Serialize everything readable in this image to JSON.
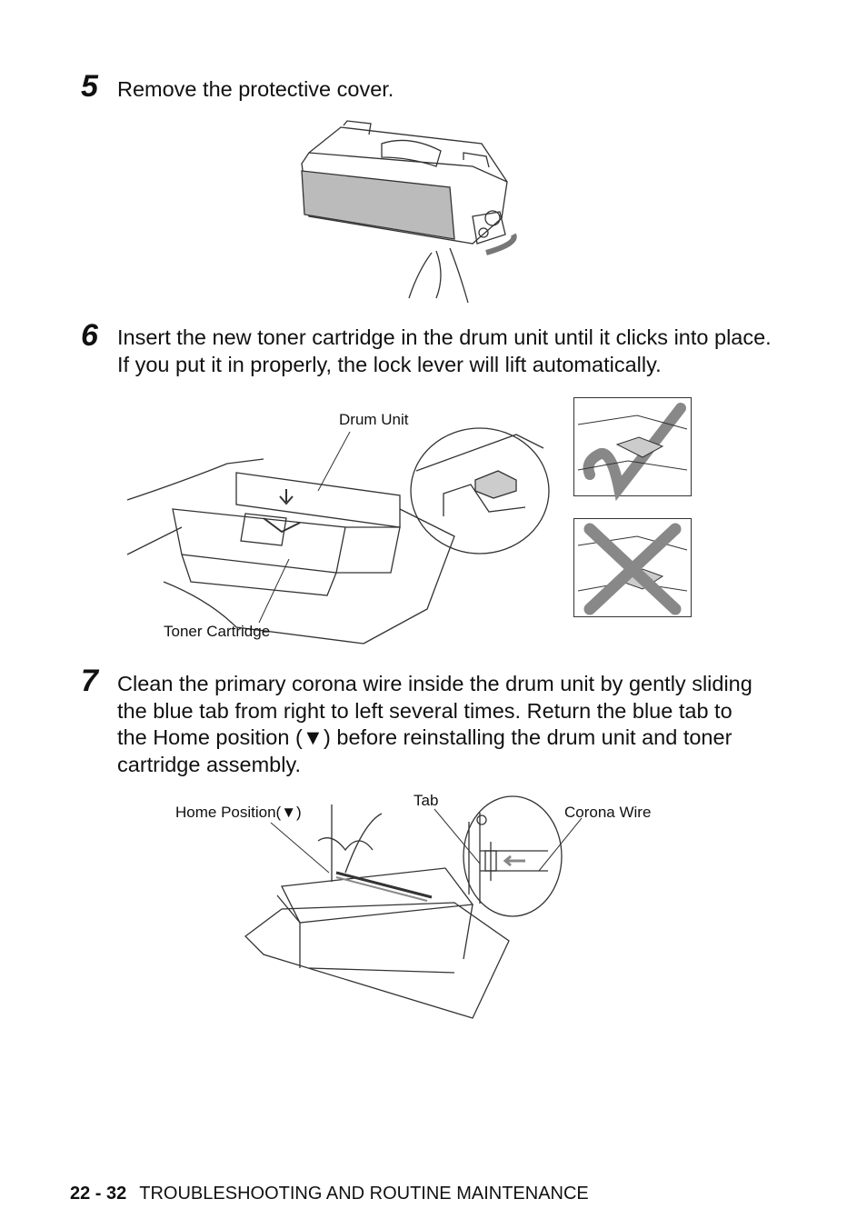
{
  "steps": [
    {
      "number": "5",
      "text": "Remove the protective cover."
    },
    {
      "number": "6",
      "text": "Insert the new toner cartridge in the drum unit until it clicks into place. If you put it in properly, the lock lever will lift automatically."
    },
    {
      "number": "7",
      "text": "Clean the primary corona wire inside the drum unit by gently sliding the blue tab from right to left several times. Return the blue tab to the Home position (▼) before reinstalling the drum unit and toner cartridge assembly."
    }
  ],
  "figure6": {
    "drum_unit_label": "Drum Unit",
    "toner_cartridge_label": "Toner Cartridge"
  },
  "figure7": {
    "home_position_label": "Home Position(▼)",
    "tab_label": "Tab",
    "corona_wire_label": "Corona Wire"
  },
  "footer": {
    "page_number": "22 - 32",
    "section": "TROUBLESHOOTING AND ROUTINE MAINTENANCE"
  }
}
